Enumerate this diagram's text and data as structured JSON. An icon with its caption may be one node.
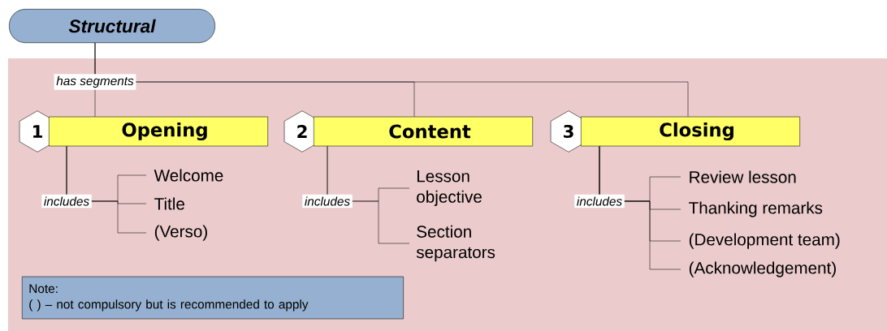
{
  "diagram": {
    "nodes": [
      {
        "text": [
          "Structural"
        ]
      },
      {
        "text": [
          "1"
        ]
      },
      {
        "text": [
          "Opening"
        ]
      },
      {
        "text": [
          "2"
        ]
      },
      {
        "text": [
          "Content"
        ]
      },
      {
        "text": [
          "3"
        ]
      },
      {
        "text": [
          "Closing"
        ]
      },
      {
        "text": [
          "Welcome"
        ]
      },
      {
        "text": [
          "Title"
        ]
      },
      {
        "text": [
          "(Verso)"
        ]
      },
      {
        "text": [
          "Lesson objective"
        ]
      },
      {
        "text": [
          "Section separators"
        ]
      },
      {
        "text": [
          "Review lesson"
        ]
      },
      {
        "text": [
          "Thanking remarks"
        ]
      },
      {
        "text": [
          "(Development team)"
        ]
      },
      {
        "text": [
          "(Acknowledgement)"
        ]
      },
      {
        "text": [
          "Note:",
          "( ) – not compulsory but is recommended to apply"
        ]
      }
    ],
    "edges": [
      {
        "from": 0,
        "to": 2,
        "arrow": "none",
        "label": "has segments"
      },
      {
        "from": 0,
        "to": 4,
        "arrow": "none"
      },
      {
        "from": 0,
        "to": 6,
        "arrow": "none"
      },
      {
        "from": 2,
        "to": 7,
        "arrow": "none",
        "label": "includes"
      },
      {
        "from": 2,
        "to": 8,
        "arrow": "none"
      },
      {
        "from": 2,
        "to": 9,
        "arrow": "none"
      },
      {
        "from": 4,
        "to": 10,
        "arrow": "none",
        "label": "includes"
      },
      {
        "from": 4,
        "to": 11,
        "arrow": "none"
      },
      {
        "from": 6,
        "to": 12,
        "arrow": "none",
        "label": "includes"
      },
      {
        "from": 6,
        "to": 13,
        "arrow": "none"
      },
      {
        "from": 6,
        "to": 14,
        "arrow": "none"
      },
      {
        "from": 6,
        "to": 15,
        "arrow": "none"
      }
    ]
  }
}
